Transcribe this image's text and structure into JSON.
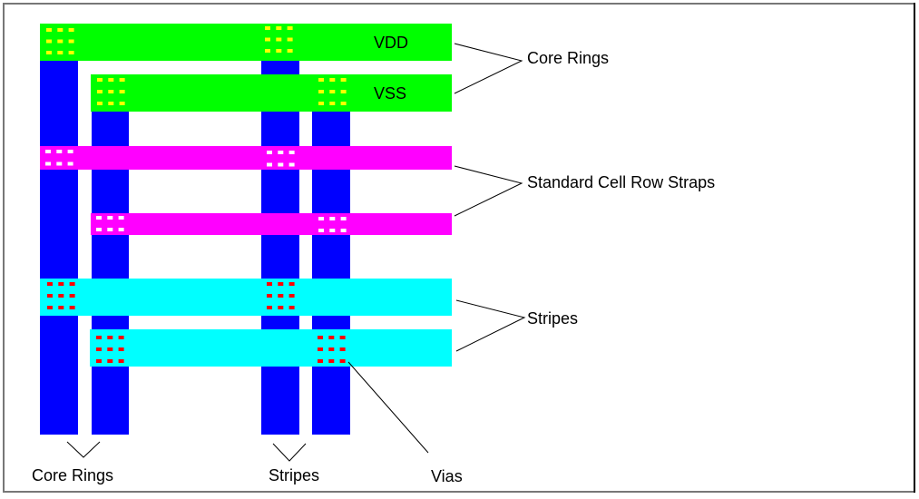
{
  "colors": {
    "ring": "#00ff00",
    "strap": "#ff00ff",
    "stripe": "#00ffff",
    "column": "#0000ff",
    "via_ring": "#ffff00",
    "via_strap": "#ffffff",
    "via_stripe": "#ff0000",
    "border_light": "#777777",
    "border_dark": "#000000"
  },
  "bars": [
    {
      "name": "core-ring-vdd",
      "type": "ring",
      "label": "VDD"
    },
    {
      "name": "core-ring-vss",
      "type": "ring",
      "label": "VSS"
    },
    {
      "name": "strap-1",
      "type": "strap",
      "label": ""
    },
    {
      "name": "strap-2",
      "type": "strap",
      "label": ""
    },
    {
      "name": "stripe-1",
      "type": "stripe",
      "label": ""
    },
    {
      "name": "stripe-2",
      "type": "stripe",
      "label": ""
    }
  ],
  "columns": [
    {
      "name": "core-ring-column-1",
      "type": "core_ring"
    },
    {
      "name": "core-ring-column-2",
      "type": "core_ring"
    },
    {
      "name": "stripe-column-1",
      "type": "stripe"
    },
    {
      "name": "stripe-column-2",
      "type": "stripe"
    }
  ],
  "labels": {
    "right_core_rings": "Core Rings",
    "right_straps": "Standard Cell Row Straps",
    "right_stripes": "Stripes",
    "bottom_core_rings": "Core Rings",
    "bottom_stripes": "Stripes",
    "bottom_vias": "Vias",
    "vdd": "VDD",
    "vss": "VSS"
  }
}
